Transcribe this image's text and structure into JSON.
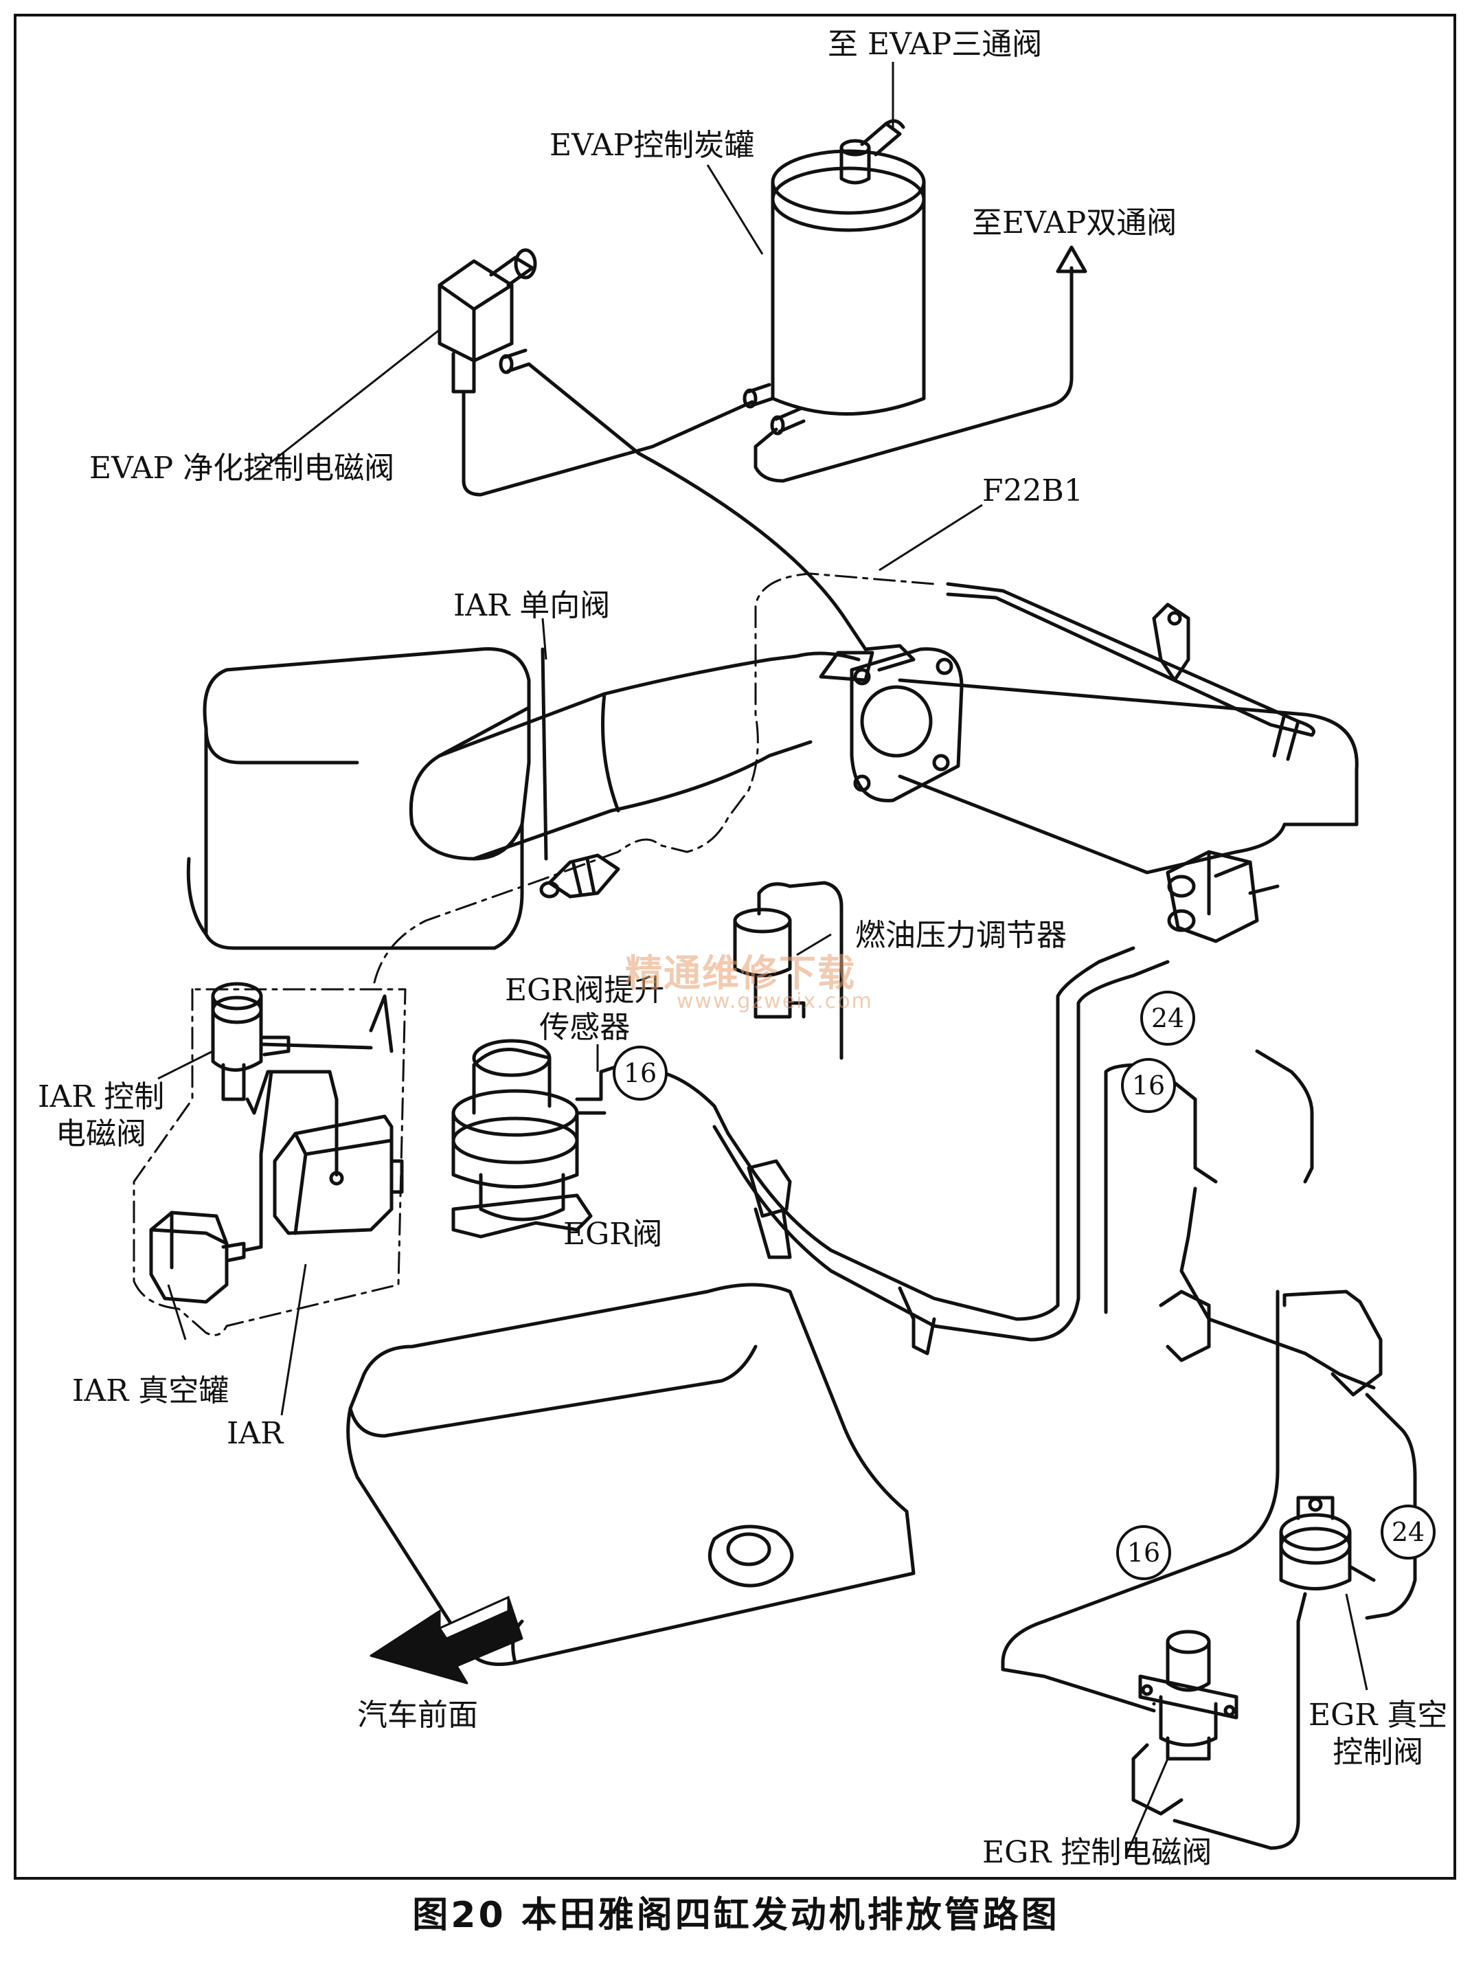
{
  "labels": {
    "to_evap_three_way": "至 EVAP三通阀",
    "evap_canister": "EVAP控制炭罐",
    "to_evap_two_way": "至EVAP双通阀",
    "evap_purge_solenoid": "EVAP 净化控制电磁阀",
    "engine_code": "F22B1",
    "iar_check_valve": "IAR 单向阀",
    "fuel_pressure_regulator": "燃油压力调节器",
    "egr_lift_sensor": "EGR阀提升\n传感器",
    "iar_control_solenoid": "IAR 控制\n电磁阀",
    "egr_valve": "EGR阀",
    "iar_vacuum_tank": "IAR 真空罐",
    "iar": "IAR",
    "car_front": "汽车前面",
    "egr_vacuum_control_valve": "EGR 真空\n控制阀",
    "egr_control_solenoid": "EGR 控制电磁阀"
  },
  "hose_sizes": {
    "a": "16",
    "b": "24",
    "c": "16",
    "d": "24",
    "e": "16"
  },
  "watermark": {
    "text": "精通维修下载",
    "url": "www.gzweix.com"
  },
  "caption": "图20   本田雅阁四缸发动机排放管路图"
}
